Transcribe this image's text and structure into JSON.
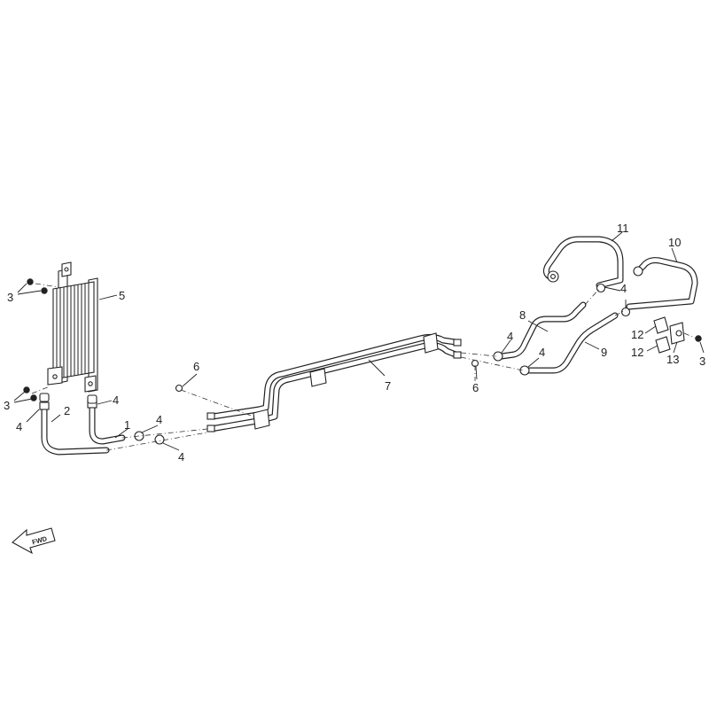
{
  "callouts": {
    "c1": "1",
    "c2": "2",
    "c3a": "3",
    "c3b": "3",
    "c3c": "3",
    "c4a": "4",
    "c4b": "4",
    "c4c": "4",
    "c4d": "4",
    "c4e": "4",
    "c4f": "4",
    "c4g": "4",
    "c5": "5",
    "c6a": "6",
    "c6b": "6",
    "c7": "7",
    "c8": "8",
    "c9": "9",
    "c10": "10",
    "c11": "11",
    "c12a": "12",
    "c12b": "12",
    "c13": "13"
  },
  "direction_arrow": {
    "label": "FWD"
  }
}
